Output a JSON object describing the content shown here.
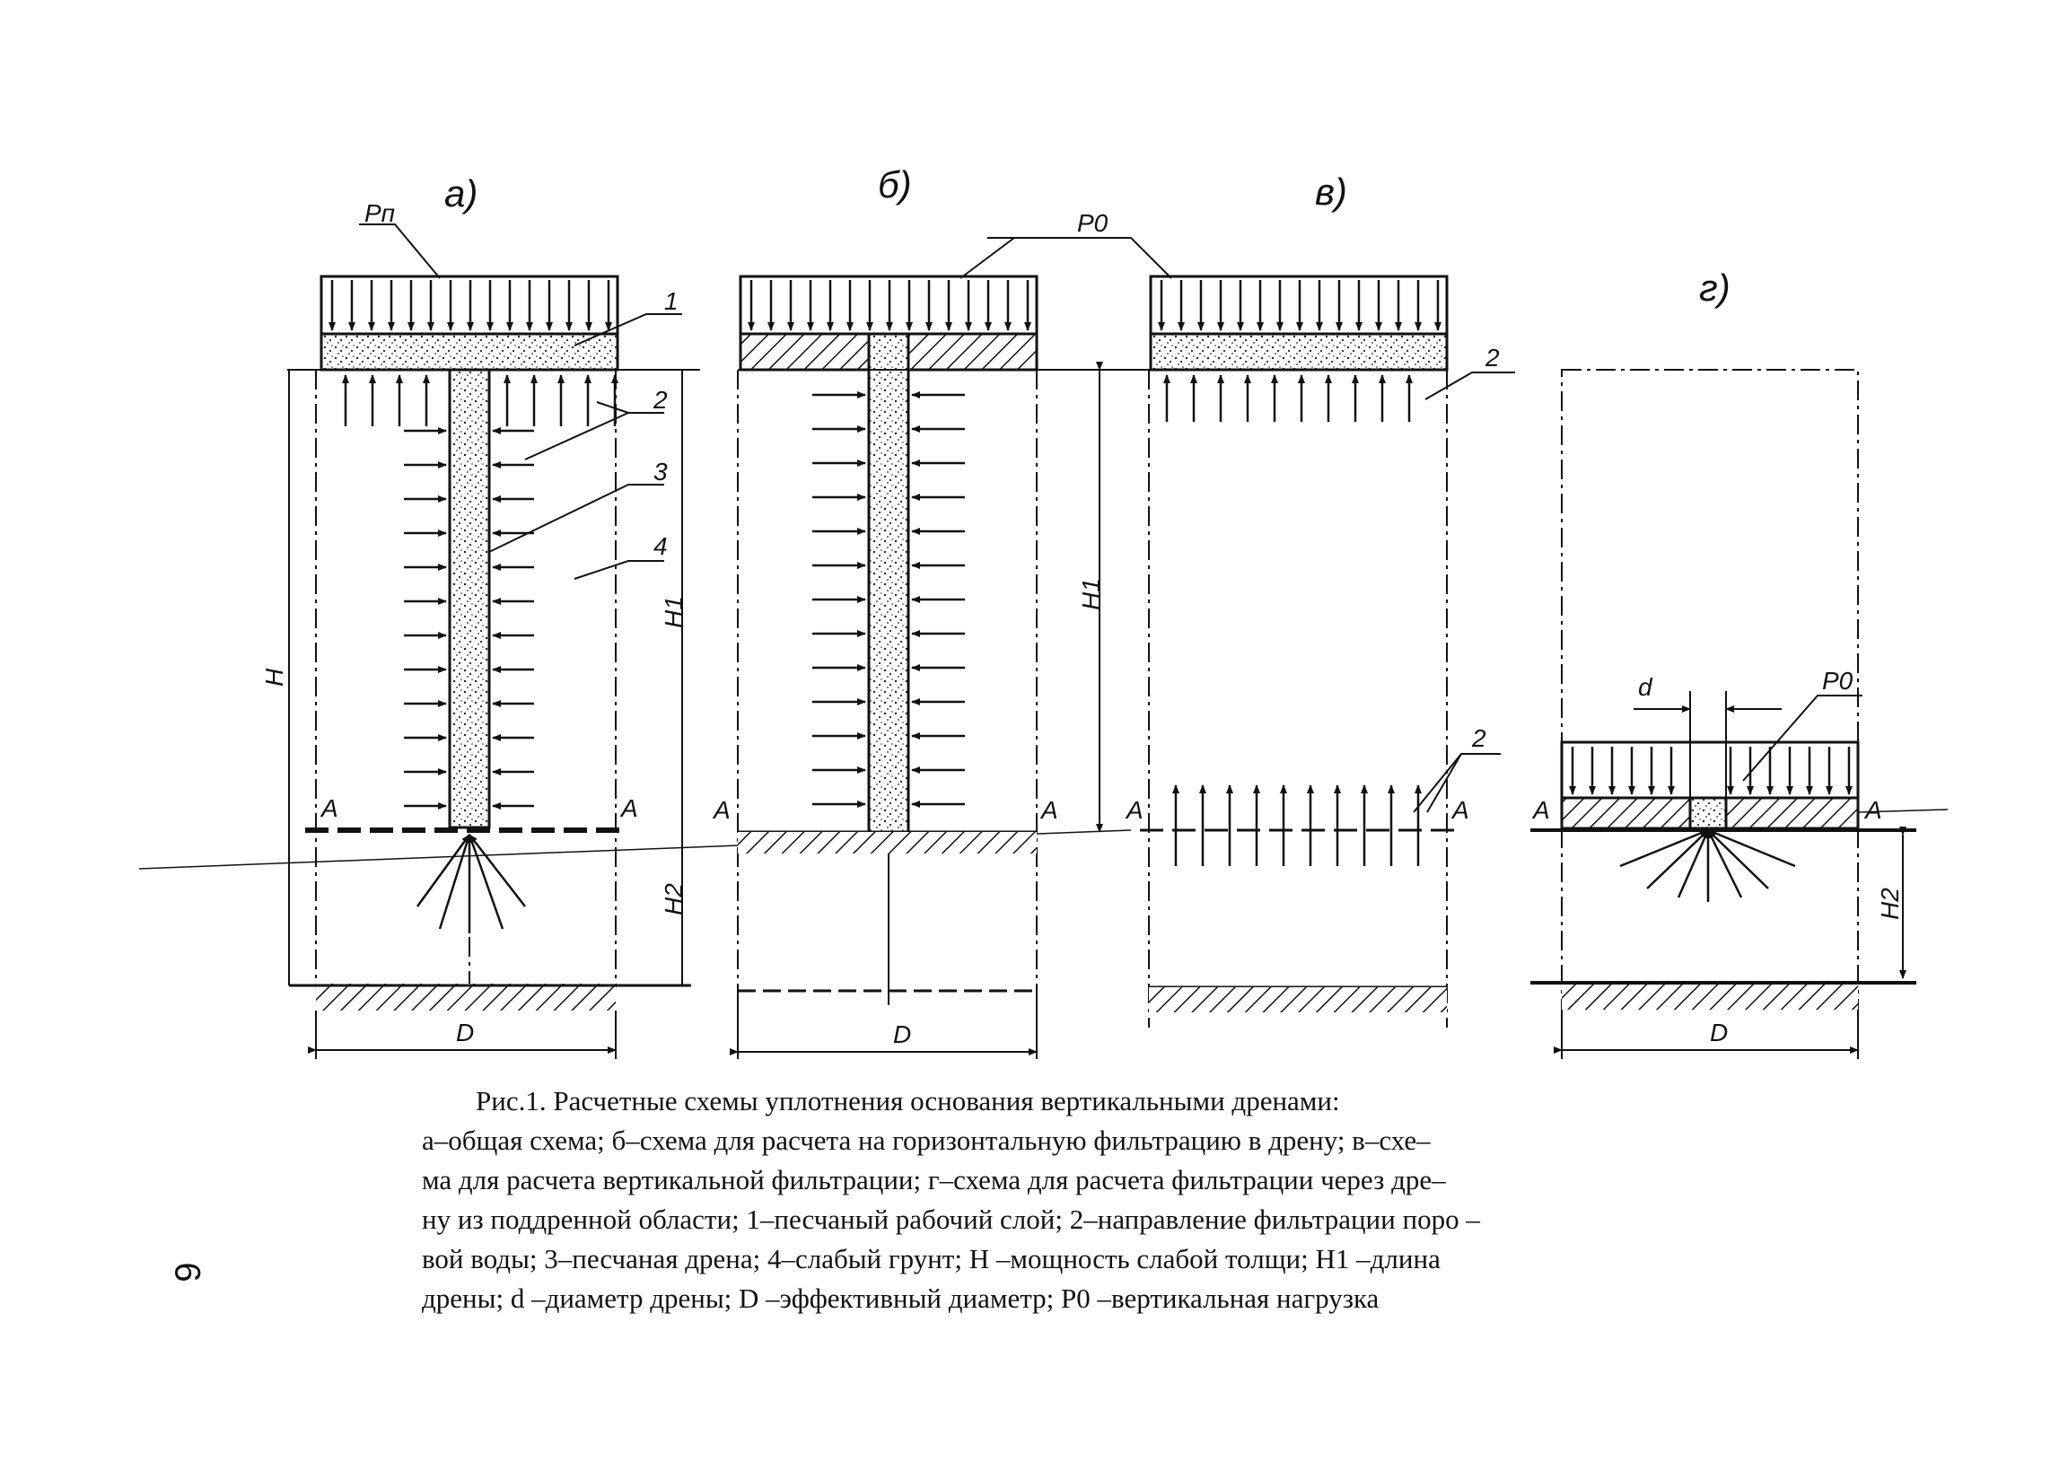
{
  "panels": [
    {
      "key": "a",
      "label": "а)"
    },
    {
      "key": "b",
      "label": "б)"
    },
    {
      "key": "v",
      "label": "в)"
    },
    {
      "key": "g",
      "label": "г)"
    }
  ],
  "symbols": {
    "load_a": "Pп",
    "load_b": "P0",
    "load_g": "P0",
    "num1": "1",
    "num2": "2",
    "num3": "3",
    "num4": "4",
    "H": "H",
    "H1": "H1",
    "H2": "H2",
    "D": "D",
    "d": "d",
    "A": "A"
  },
  "caption": {
    "line1": "Рис.1. Расчетные схемы уплотнения основания вертикальными дренами:",
    "line2": "а–общая схема; б–схема для расчета на горизонтальную фильтрацию в дрену; в–схе–",
    "line3": "ма для расчета вертикальной фильтрации; г–схема для расчета фильтрации через дре–",
    "line4": "ну из поддренной области; 1–песчаный рабочий слой; 2–направление фильтрации поро –",
    "line5": "вой воды; 3–песчаная дрена; 4–слабый грунт; H –мощность слабой толщи; H1 –длина",
    "line6": "дрены; d –диаметр дрены; D –эффективный диаметр; P0 –вертикальная нагрузка"
  },
  "page_number": "6",
  "colors": {
    "ink": "#111111",
    "paper": "#ffffff"
  }
}
